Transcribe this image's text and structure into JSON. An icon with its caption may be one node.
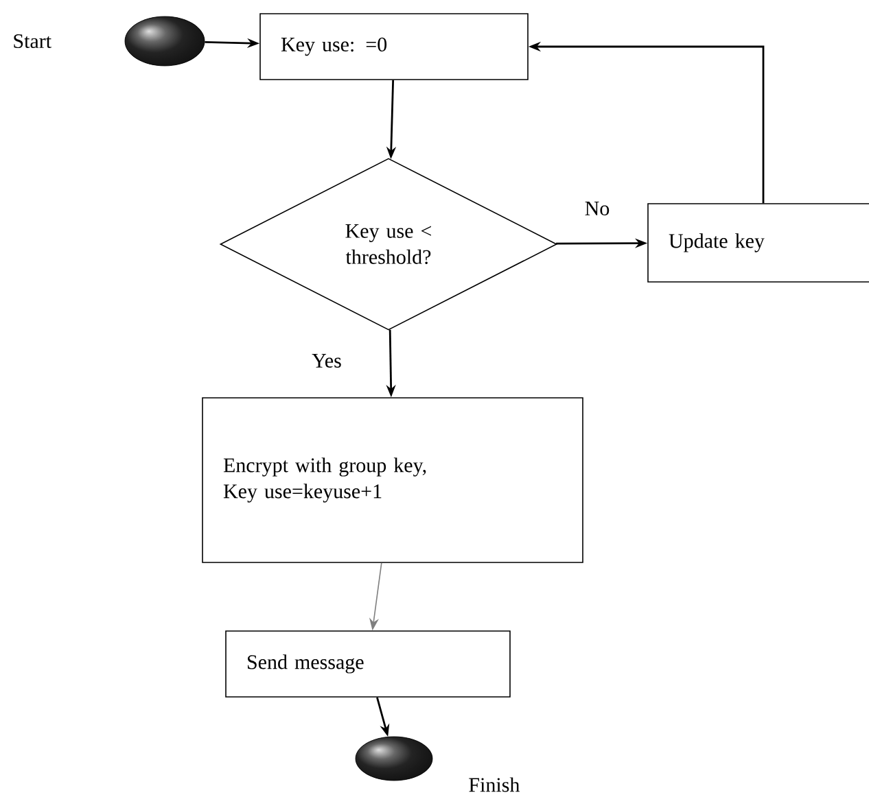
{
  "diagram": {
    "nodes": [
      {
        "text": [],
        "shape": "ellipse",
        "beside": [
          "Start"
        ]
      },
      {
        "text": [
          "Key use: =0"
        ]
      },
      {
        "text": [
          "Key use < threshold?"
        ]
      },
      {
        "text": [
          "Update key"
        ]
      },
      {
        "text": [
          "Encrypt with group key,",
          "Key use=keyuse+1"
        ]
      },
      {
        "text": [
          "Send message"
        ]
      },
      {
        "text": [],
        "shape": "ellipse",
        "beside": [
          "Finish"
        ]
      }
    ],
    "edges": [
      {
        "from": 0,
        "to": 1,
        "arrow": "to"
      },
      {
        "from": 1,
        "to": 2,
        "arrow": "to"
      },
      {
        "from": 2,
        "to": 3,
        "arrow": "to",
        "label": "No"
      },
      {
        "from": 3,
        "to": 1,
        "arrow": "to"
      },
      {
        "from": 2,
        "to": 4,
        "arrow": "to",
        "label": "Yes"
      },
      {
        "from": 4,
        "to": 5,
        "arrow": "to",
        "color": "#7f7f7f"
      },
      {
        "from": 5,
        "to": 6,
        "arrow": "to"
      }
    ]
  }
}
